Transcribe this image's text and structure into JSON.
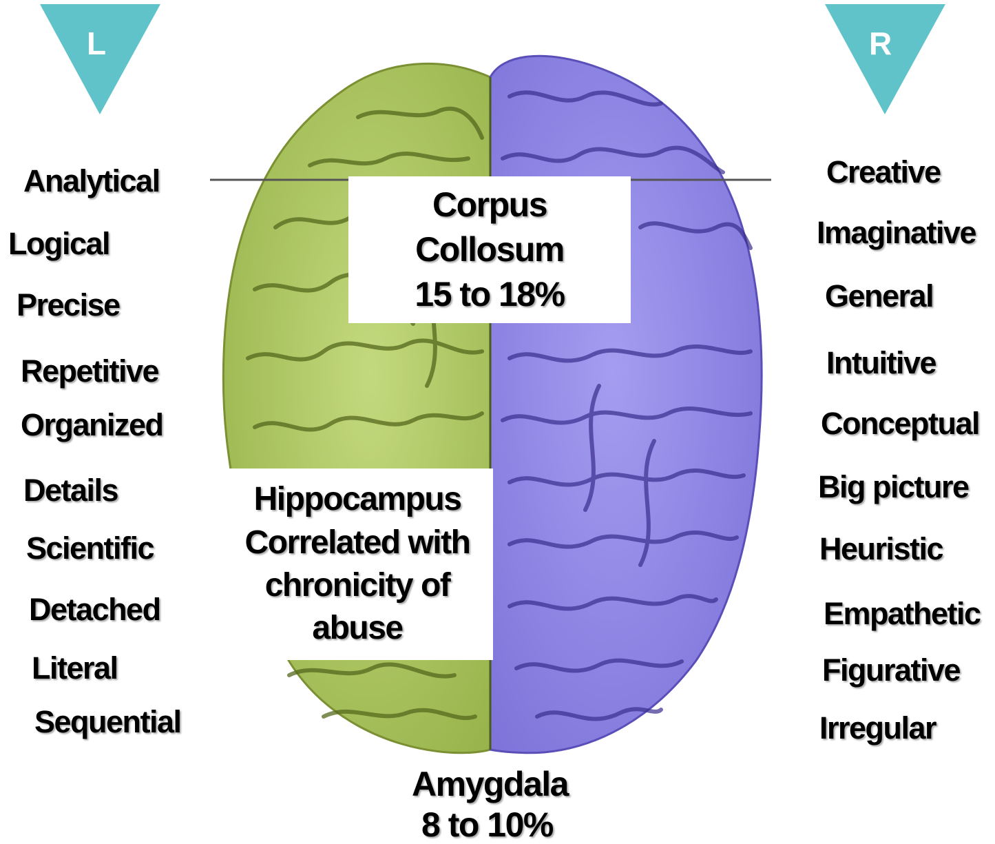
{
  "colors": {
    "left_hemisphere": "#a8c35c",
    "right_hemisphere": "#8f86e6",
    "marker": "#5fc3c9",
    "gyri_left": "#55691d",
    "gyri_right": "#3a2f8e"
  },
  "markers": {
    "left": "L",
    "right": "R"
  },
  "left_traits": [
    "Analytical",
    "Logical",
    "Precise",
    "Repetitive",
    "Organized",
    "Details",
    "Scientific",
    "Detached",
    "Literal",
    "Sequential"
  ],
  "right_traits": [
    "Creative",
    "Imaginative",
    "General",
    "Intuitive",
    "Conceptual",
    "Big picture",
    "Heuristic",
    "Empathetic",
    "Figurative",
    "Irregular"
  ],
  "corpus": {
    "line1": "Corpus",
    "line2": "Collosum",
    "line3": "15 to 18%"
  },
  "hippocampus": {
    "line1": "Hippocampus",
    "line2": "Correlated with",
    "line3": "chronicity of",
    "line4": "abuse"
  },
  "amygdala": {
    "line1": "Amygdala",
    "line2": "8 to 10%"
  }
}
